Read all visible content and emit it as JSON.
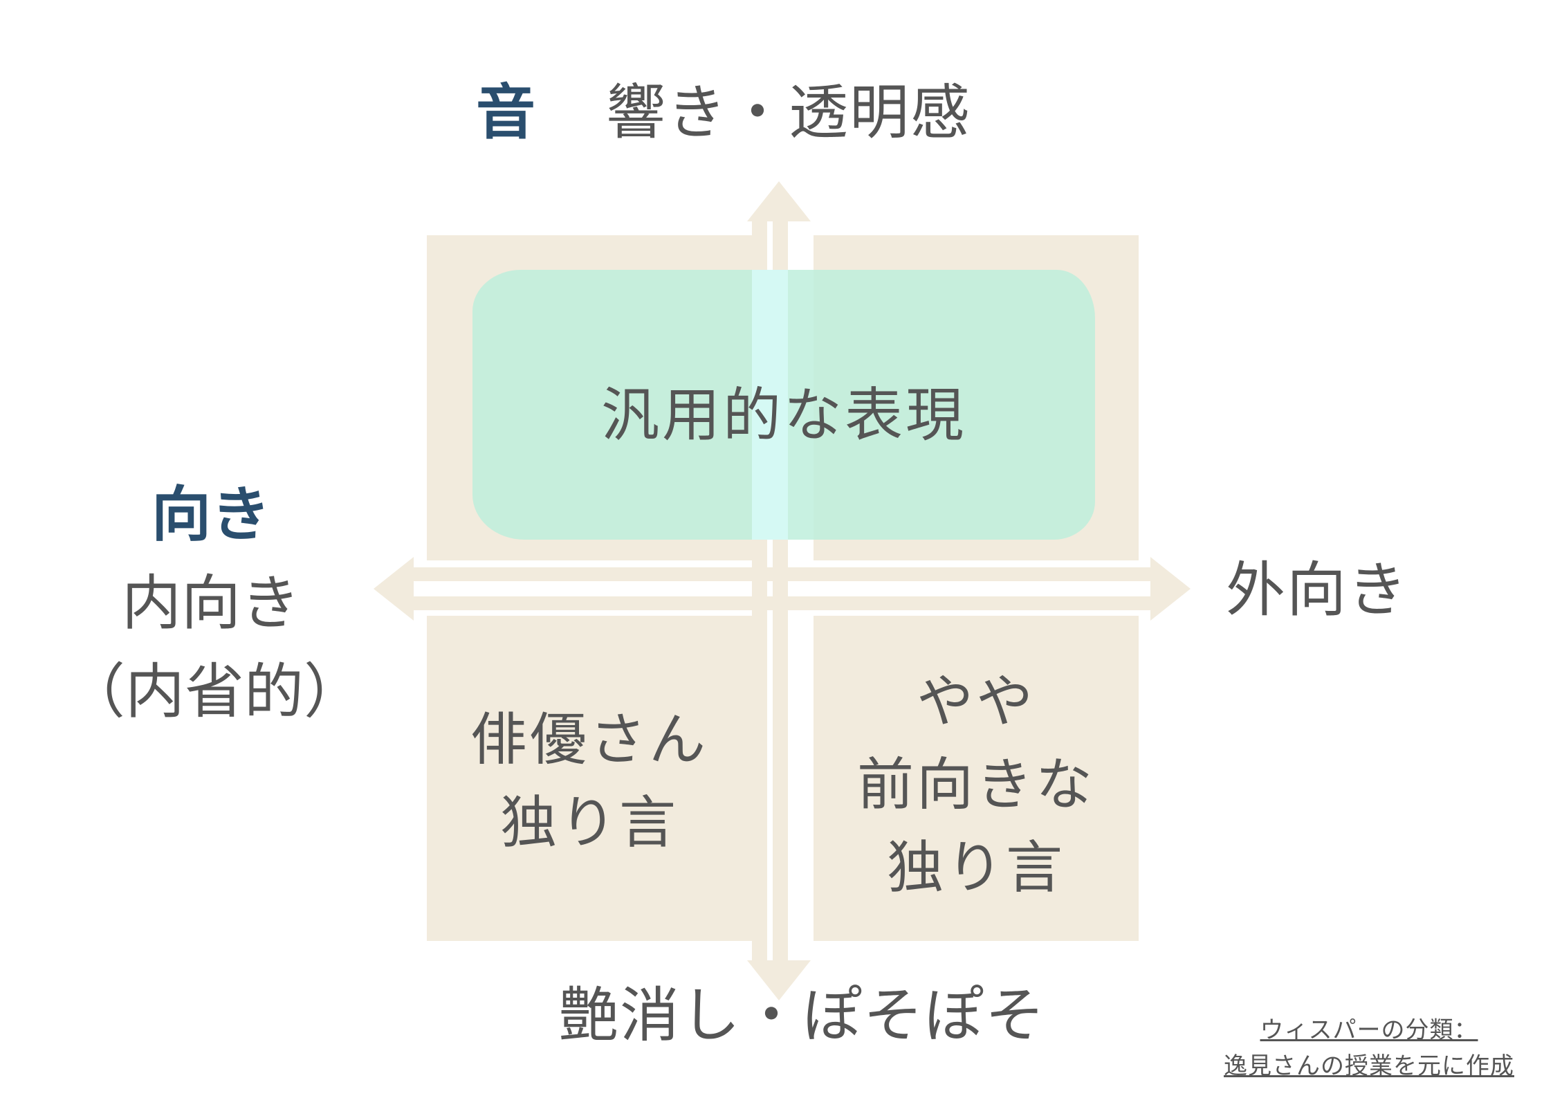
{
  "top_axis": {
    "accent": "音",
    "label": "響き・透明感"
  },
  "bottom_axis": {
    "label": "艶消し・ぽそぽそ"
  },
  "left_axis": {
    "accent": "向き",
    "line1": "内向き",
    "line2": "（内省的）"
  },
  "right_axis": {
    "label": "外向き"
  },
  "quadrants": {
    "top_span": "汎用的な表現",
    "bottom_left": [
      "俳優さん",
      "独り言"
    ],
    "bottom_right": [
      "やや",
      "前向きな",
      "独り言"
    ]
  },
  "credit": {
    "line1": "ウィスパーの分類：",
    "line2": "逸見さんの授業を元に作成"
  },
  "colors": {
    "quadrant_fill": "#f2ebdd",
    "highlight_fill": "#beeedc",
    "accent_text": "#2a4e6e",
    "body_text": "#555555"
  }
}
